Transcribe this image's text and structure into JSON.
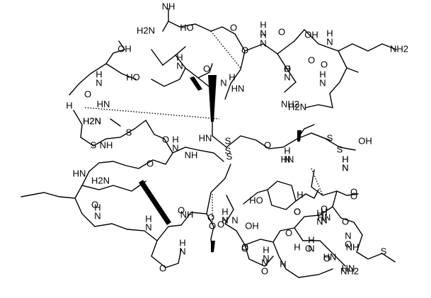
{
  "labels": [
    "NH",
    "H2N",
    "HO",
    "O",
    "N",
    "H",
    "NH2",
    "H2N",
    "O",
    "N",
    "H",
    "OH",
    "O",
    "N",
    "H",
    "O",
    "N",
    "H",
    "NH2",
    "OH",
    "HN",
    "O",
    "N",
    "H",
    "HN",
    "N",
    "H",
    "HO",
    "O",
    "N",
    "H",
    "O",
    "N",
    "H",
    "O",
    "H2N",
    "O",
    "HN",
    "NH",
    "O",
    "N",
    "H",
    "H",
    "H2N",
    "S",
    "S",
    "S",
    "S",
    "S",
    "S",
    "OH",
    "O",
    "HN",
    "N",
    "H",
    "O",
    "N",
    "H",
    "O",
    "N",
    "H",
    "O",
    "HN",
    "NH",
    "S",
    "NH",
    "O",
    "OH",
    "H2N",
    "O",
    "N",
    "H",
    "HO",
    "N",
    "H",
    "O",
    "N",
    "H",
    "O",
    "N",
    "H",
    "O",
    "O",
    "N",
    "H",
    "O",
    "N",
    "H",
    "O",
    "NH",
    "HN",
    "H",
    "NH2",
    "S",
    "O",
    "N",
    "H",
    "O",
    "N",
    "H",
    "O",
    "N",
    "H",
    "O",
    "N",
    "H",
    "O",
    "O",
    "N",
    "H",
    "HN",
    "O",
    "N",
    "H",
    "HN",
    "O",
    "O",
    "N",
    "H"
  ]
}
